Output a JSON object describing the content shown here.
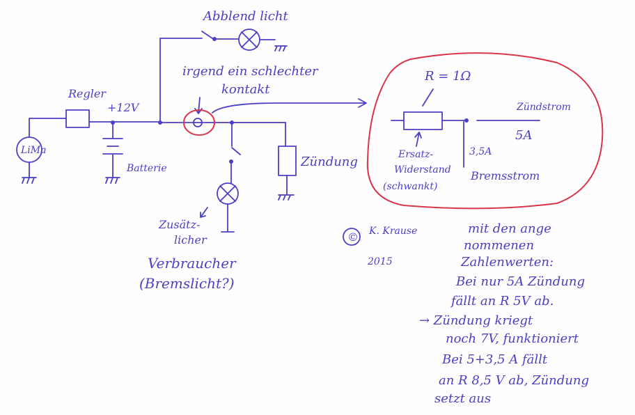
{
  "colors": {
    "ink": "#4b3fc4",
    "highlight": "#d9344a"
  },
  "circuit": {
    "low_beam": "Abblend licht",
    "bad_contact_1": "irgend ein schlechter",
    "bad_contact_2": "kontakt",
    "regulator": "Regler",
    "voltage": "+12V",
    "alternator": "LiMa",
    "battery": "Batterie",
    "ignition": "Zündung",
    "extra_load_1": "Zusätz-",
    "extra_load_2": "licher",
    "extra_load_3": "Verbraucher",
    "extra_load_4": "(Bremslicht?)"
  },
  "copyright": {
    "symbol": "©",
    "name": "K. Krause",
    "year": "2015"
  },
  "detail": {
    "resistance": "R = 1Ω",
    "ignition_current_label": "Zündstrom",
    "ignition_current": "5A",
    "resistor_1": "Ersatz-",
    "resistor_2": "Widerstand",
    "resistor_3": "(schwankt)",
    "brake_current": "3,5A",
    "brake_current_label": "Bremsstrom"
  },
  "notes": [
    "mit den ange",
    "nommenen",
    "Zahlenwerten:",
    "Bei nur 5A Zündung",
    "fällt an R 5V ab.",
    "→ Zündung kriegt",
    "noch 7V, funktioniert",
    "Bei 5+3,5 A fällt",
    "an R 8,5 V ab, Zündung",
    "setzt aus"
  ]
}
